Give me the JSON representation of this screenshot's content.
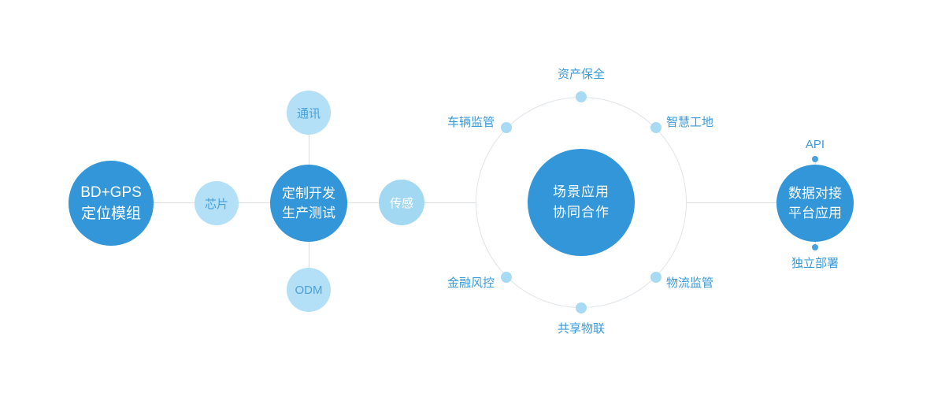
{
  "colors": {
    "primary": "#3296d8",
    "light_circle": "#b3e0f6",
    "light_circle_deep": "#a3d8f2",
    "ring_dot": "#a9daf3",
    "small_dot": "#4aa0da",
    "line": "#dcdfe2",
    "label_text": "#3a9ad8"
  },
  "diagram": {
    "left_chain": {
      "bdgps": {
        "line1": "BD+GPS",
        "line2": "定位模组"
      },
      "chip": "芯片",
      "custom": {
        "line1": "定制开发",
        "line2": "生产测试"
      },
      "comm": "通讯",
      "odm": "ODM",
      "sensor": "传感"
    },
    "center": {
      "line1": "场景应用",
      "line2": "协同合作"
    },
    "ring_labels": {
      "top": "资产保全",
      "upper_left": "车辆监管",
      "upper_right": "智慧工地",
      "lower_left": "金融风控",
      "lower_right": "物流监管",
      "bottom": "共享物联"
    },
    "right": {
      "data_platform": {
        "line1": "数据对接",
        "line2": "平台应用"
      },
      "api": "API",
      "deploy": "独立部署"
    }
  }
}
